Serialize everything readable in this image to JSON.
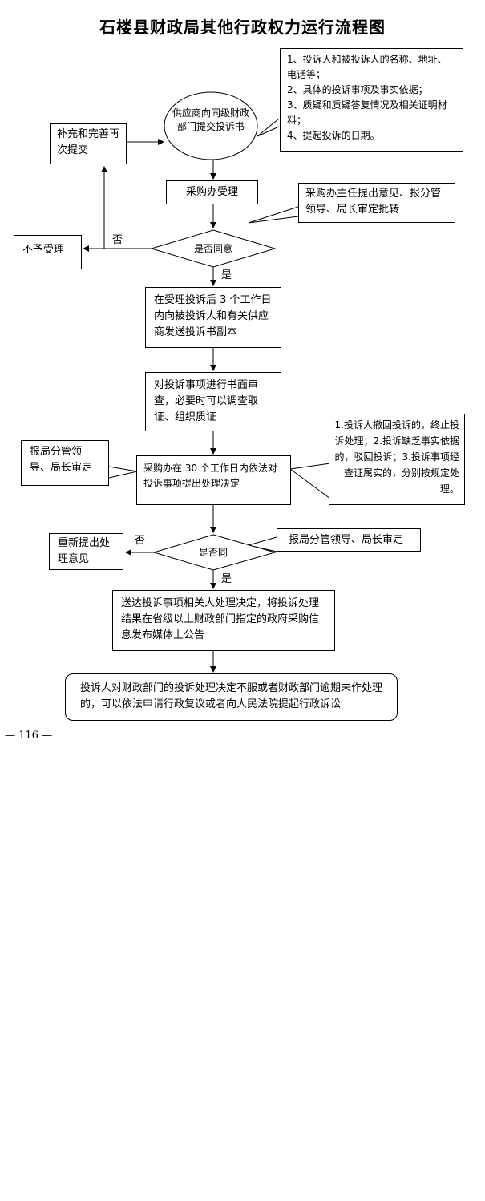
{
  "title": "石楼县财政局其他行政权力运行流程图",
  "nodes": {
    "start": "供应商向同级财政部门提交投诉书",
    "note_items": [
      "1、投诉人和被投诉人的名称、地址、电话等；",
      "2、具体的投诉事项及事实依据；",
      "3、质疑和质疑答复情况及相关证明材料；",
      "4、提起投诉的日期。"
    ],
    "supplement": "补充和完善再次提交",
    "accept": "采购办受理",
    "note_approve": "采购办主任提出意见、报分管领导、局长审定批转",
    "decision1": "是否同意",
    "reject": "不予受理",
    "step_copy": "在受理投诉后 3 个工作日内向被投诉人和有关供应商发送投诉书副本",
    "step_review": "对投诉事项进行书面审查，必要时可以调查取证、组织质证",
    "note_report1": "报局分管领导、局长审定",
    "step_decide": "采购办在 30 个工作日内依法对投诉事项提出处理决定",
    "note_handle": "1.投诉人撤回投诉的，终止投诉处理；2.投诉缺乏事实依据的，驳回投诉；3.投诉事项经查证属实的，分别按规定处理。",
    "decision2": "是否同",
    "note_report2": "报局分管领导、局长审定",
    "resubmit": "重新提出处理意见",
    "step_notify": "送达投诉事项相关人处理决定，将投诉处理结果在省级以上财政部门指定的政府采购信息发布媒体上公告",
    "final": "投诉人对财政部门的投诉处理决定不服或者财政部门逾期未作处理的，可以依法申请行政复议或者向人民法院提起行政诉讼"
  },
  "labels": {
    "no1": "否",
    "yes1": "是",
    "no2": "否",
    "yes2": "是"
  },
  "page_number": "— 116 —"
}
